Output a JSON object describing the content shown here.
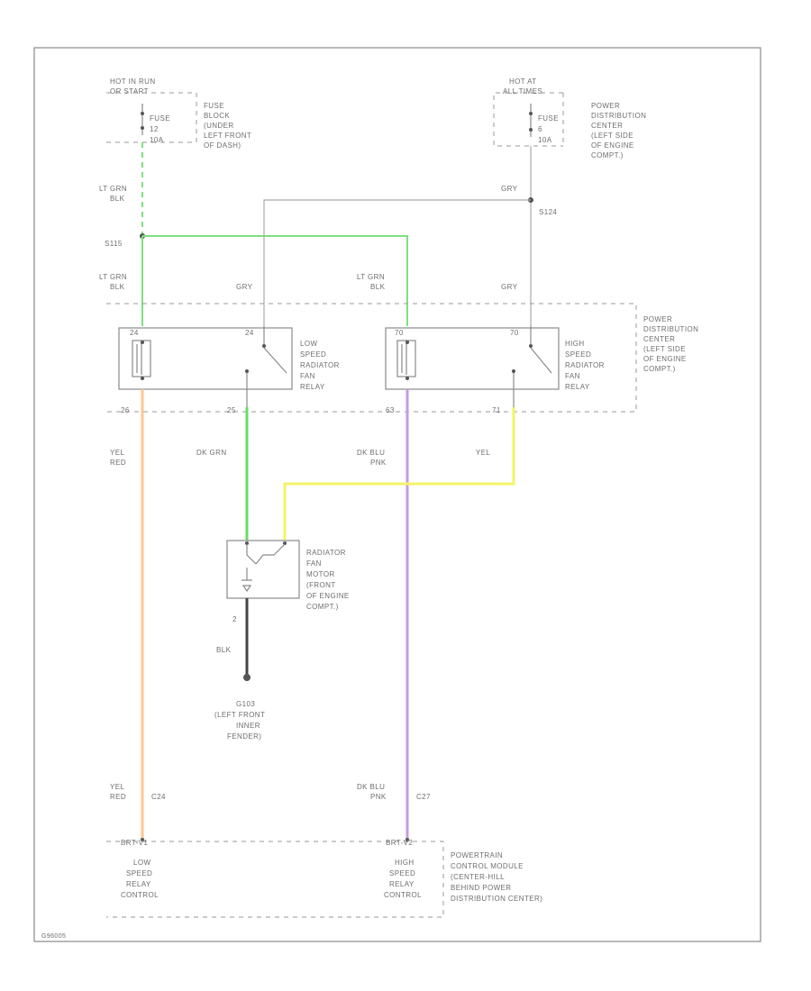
{
  "colors": {
    "lt_grn": "#7fe07f",
    "dk_grn": "#66dd66",
    "yel_red": "#ffc58f",
    "dk_blu_pnk": "#c79be0",
    "yel": "#f3f36a",
    "gry": "#a9a9a9",
    "blk": "#444444"
  },
  "top_left": {
    "hot_label": [
      "HOT IN RUN",
      "OR START"
    ],
    "fuse": [
      "FUSE",
      "12",
      "10A"
    ],
    "location": [
      "FUSE",
      "BLOCK",
      "(UNDER",
      "LEFT FRONT",
      "OF DASH)"
    ]
  },
  "top_right": {
    "hot_label": [
      "HOT AT",
      "ALL TIMES"
    ],
    "fuse": [
      "FUSE",
      "6",
      "10A"
    ],
    "location": [
      "POWER",
      "DISTRIBUTION",
      "CENTER",
      "(LEFT SIDE",
      "OF ENGINE",
      "COMPT.)"
    ]
  },
  "wires": {
    "lt_grn_blk_top": [
      "LT GRN",
      "BLK"
    ],
    "gry_top": "GRY",
    "splice_s124": "S124",
    "splice_s115": "S115",
    "lt_grn_blk_left": [
      "LT GRN",
      "BLK"
    ],
    "gry_mid_left": "GRY",
    "lt_grn_blk_right": [
      "LT GRN",
      "BLK"
    ],
    "gry_mid_right": "GRY",
    "yel_red_mid": [
      "YEL",
      "RED"
    ],
    "dk_grn": "DK GRN",
    "dk_blu_pnk_mid": [
      "DK BLU",
      "PNK"
    ],
    "yel": "YEL",
    "blk": "BLK",
    "yel_red_bot": [
      "YEL",
      "RED"
    ],
    "dk_blu_pnk_bot": [
      "DK BLU",
      "PNK"
    ]
  },
  "relays": {
    "low": [
      "LOW",
      "SPEED",
      "RADIATOR",
      "FAN",
      "RELAY"
    ],
    "high": [
      "HIGH",
      "SPEED",
      "RADIATOR",
      "FAN",
      "RELAY"
    ],
    "pdc_location": [
      "POWER",
      "DISTRIBUTION",
      "CENTER",
      "(LEFT SIDE",
      "OF ENGINE",
      "COMPT.)"
    ],
    "pins": {
      "low_top_left": "24",
      "low_top_right": "24",
      "low_bot_left": "26",
      "low_bot_right": "25",
      "high_top_left": "70",
      "high_top_right": "70",
      "high_bot_left": "63",
      "high_bot_right": "71"
    }
  },
  "motor": {
    "label": [
      "RADIATOR",
      "FAN",
      "MOTOR",
      "(FRONT",
      "OF ENGINE",
      "COMPT.)"
    ],
    "pin": "2"
  },
  "ground": {
    "label": [
      "G103",
      "(LEFT FRONT",
      "INNER",
      "FENDER)"
    ]
  },
  "pcm": {
    "conn_left": "C24",
    "conn_right": "C27",
    "pin_left": "BRT-V1",
    "pin_right": "BRT-V2",
    "low_ctrl": [
      "LOW",
      "SPEED",
      "RELAY",
      "CONTROL"
    ],
    "high_ctrl": [
      "HIGH",
      "SPEED",
      "RELAY",
      "CONTROL"
    ],
    "location": [
      "POWERTRAIN",
      "CONTROL MODULE",
      "(CENTER-HILL",
      "BEHIND POWER",
      "DISTRIBUTION CENTER)"
    ]
  },
  "footer": {
    "code": "G96005"
  }
}
